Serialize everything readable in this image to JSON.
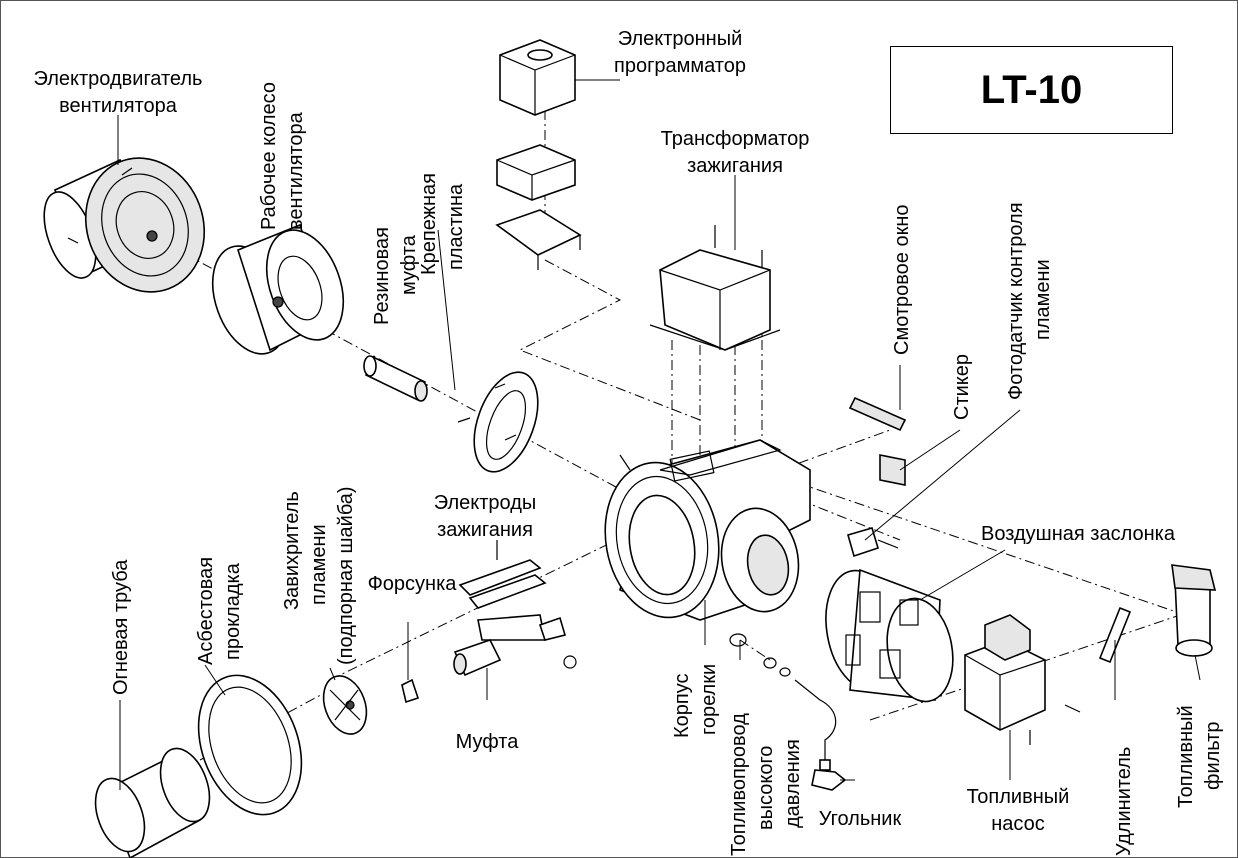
{
  "title": "LT-10",
  "labels": {
    "motor_l1": "Электродвигатель",
    "motor_l2": "вентилятора",
    "impeller_l1": "Рабочее колесо",
    "impeller_l2": "вентилятора",
    "coupling_rubber_l1": "Резиновая",
    "coupling_rubber_l2": "муфта",
    "plate_l1": "Крепежная",
    "plate_l2": "пластина",
    "programmer_l1": "Электронный",
    "programmer_l2": "программатор",
    "transformer_l1": "Трансформатор",
    "transformer_l2": "зажигания",
    "window": "Смотровое окно",
    "sticker": "Стикер",
    "photo_l1": "Фотодатчик контроля",
    "photo_l2": "пламени",
    "air_damper": "Воздушная заслонка",
    "electrodes_l1": "Электроды",
    "electrodes_l2": "зажигания",
    "nozzle": "Форсунка",
    "swirler_l1": "Завихритель",
    "swirler_l2": "пламени",
    "swirler_l3": "(подпорная шайба)",
    "gasket_l1": "Асбестовая",
    "gasket_l2": "прокладка",
    "fire_tube": "Огневая труба",
    "coupling": "Муфта",
    "body_l1": "Корпус",
    "body_l2": "горелки",
    "fuel_line_l1": "Топливопровод",
    "fuel_line_l2": "высокого",
    "fuel_line_l3": "давления",
    "elbow": "Угольник",
    "pump_l1": "Топливный",
    "pump_l2": "насос",
    "extension": "Удлинитель",
    "filter_l1": "Топливный",
    "filter_l2": "фильтр"
  }
}
